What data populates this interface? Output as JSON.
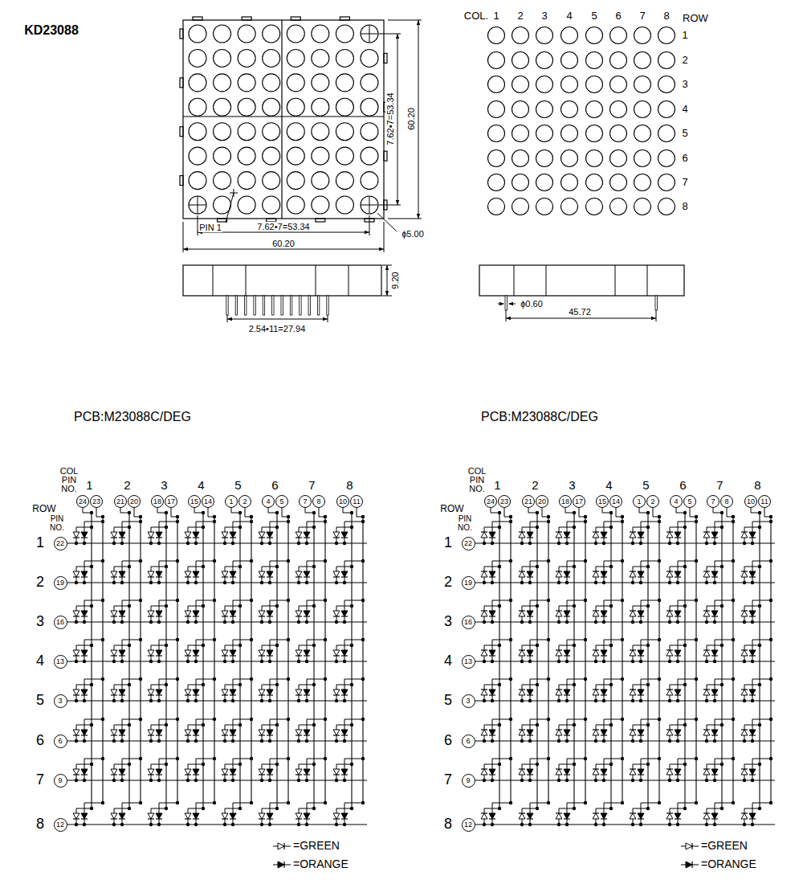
{
  "diagram": {
    "title": "KD23088",
    "nodes": [
      {
        "text": [
          "24"
        ]
      },
      {
        "text": [
          "23"
        ]
      },
      {
        "text": [
          "21"
        ]
      },
      {
        "text": [
          "20"
        ]
      },
      {
        "text": [
          "18"
        ]
      },
      {
        "text": [
          "17"
        ]
      },
      {
        "text": [
          "15"
        ]
      },
      {
        "text": [
          "14"
        ]
      },
      {
        "text": [
          "1"
        ]
      },
      {
        "text": [
          "2"
        ]
      },
      {
        "text": [
          "4"
        ]
      },
      {
        "text": [
          "5"
        ]
      },
      {
        "text": [
          "7"
        ]
      },
      {
        "text": [
          "8"
        ]
      },
      {
        "text": [
          "10"
        ]
      },
      {
        "text": [
          "11"
        ]
      },
      {
        "text": [
          "22"
        ]
      },
      {
        "text": [
          "19"
        ]
      },
      {
        "text": [
          "16"
        ]
      },
      {
        "text": [
          "13"
        ]
      },
      {
        "text": [
          "3"
        ]
      },
      {
        "text": [
          "6"
        ]
      },
      {
        "text": [
          "9"
        ]
      },
      {
        "text": [
          "12"
        ]
      },
      {
        "text": [
          "24"
        ]
      },
      {
        "text": [
          "23"
        ]
      },
      {
        "text": [
          "21"
        ]
      },
      {
        "text": [
          "20"
        ]
      },
      {
        "text": [
          "18"
        ]
      },
      {
        "text": [
          "17"
        ]
      },
      {
        "text": [
          "15"
        ]
      },
      {
        "text": [
          "14"
        ]
      },
      {
        "text": [
          "1"
        ]
      },
      {
        "text": [
          "2"
        ]
      },
      {
        "text": [
          "4"
        ]
      },
      {
        "text": [
          "5"
        ]
      },
      {
        "text": [
          "7"
        ]
      },
      {
        "text": [
          "8"
        ]
      },
      {
        "text": [
          "10"
        ]
      },
      {
        "text": [
          "11"
        ]
      },
      {
        "text": [
          "22"
        ]
      },
      {
        "text": [
          "19"
        ]
      },
      {
        "text": [
          "16"
        ]
      },
      {
        "text": [
          "13"
        ]
      },
      {
        "text": [
          "3"
        ]
      },
      {
        "text": [
          "6"
        ]
      },
      {
        "text": [
          "9"
        ]
      },
      {
        "text": [
          "12"
        ]
      }
    ],
    "labels": [
      "PIN 1",
      "7.62•7=53.34",
      "60.20",
      "7.62•7=53.34",
      "60.20",
      "ϕ5.00",
      "9.20",
      "2.54•11=27.94",
      "COL.",
      "1",
      "2",
      "3",
      "4",
      "5",
      "6",
      "7",
      "8",
      "ROW",
      "1",
      "2",
      "3",
      "4",
      "5",
      "6",
      "7",
      "8",
      "ϕ0.60",
      "45.72",
      "PCB:M23088C/DEG",
      "PCB:M23088C/DEG",
      "COL",
      "PIN",
      "NO.",
      "1",
      "2",
      "3",
      "4",
      "5",
      "6",
      "7",
      "8",
      "ROW",
      "PIN",
      "NO.",
      "1",
      "2",
      "3",
      "4",
      "5",
      "6",
      "7",
      "8",
      "COL",
      "PIN",
      "NO.",
      "1",
      "2",
      "3",
      "4",
      "5",
      "6",
      "7",
      "8",
      "ROW",
      "PIN",
      "NO.",
      "1",
      "2",
      "3",
      "4",
      "5",
      "6",
      "7",
      "8"
    ],
    "legend": [
      {
        "text": "=GREEN"
      },
      {
        "text": "=ORANGE"
      },
      {
        "text": "=GREEN"
      },
      {
        "text": "=ORANGE"
      }
    ]
  }
}
